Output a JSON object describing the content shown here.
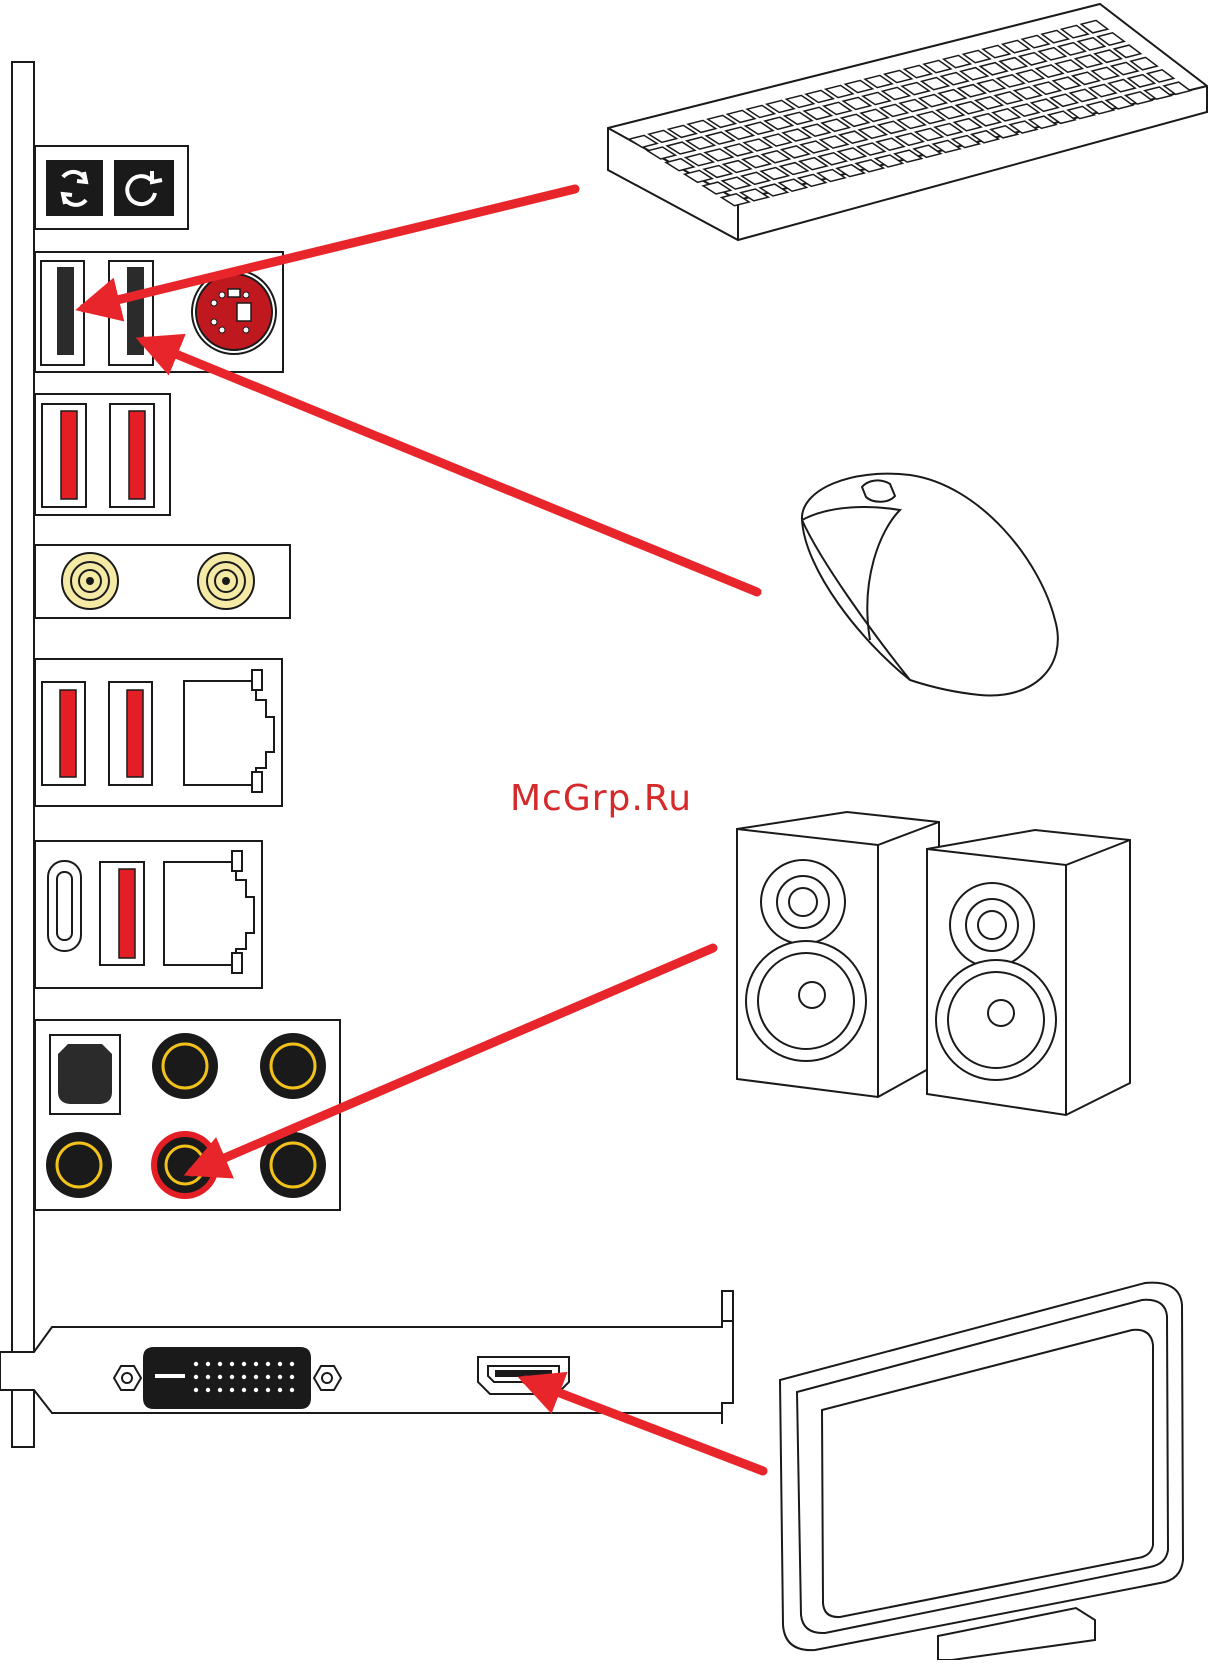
{
  "watermark": {
    "text": "McGrp.Ru"
  },
  "colors": {
    "outline": "#1a1a1a",
    "port_red": "#e31e24",
    "arrow_red": "#e8252b",
    "antenna_gold": "#f5e9a6",
    "jack_gold": "#f2c21b",
    "dark_fill": "#2b2b2b"
  },
  "icons": {
    "clear_cmos": "refresh-icon",
    "flash_bios": "rotate-icon",
    "ps2": "ps2-port-icon"
  },
  "connections": [
    {
      "device": "keyboard",
      "port": "usb-2-left"
    },
    {
      "device": "mouse",
      "port": "usb-2-right"
    },
    {
      "device": "speakers",
      "port": "audio-line-out"
    },
    {
      "device": "monitor",
      "port": "hdmi"
    }
  ]
}
